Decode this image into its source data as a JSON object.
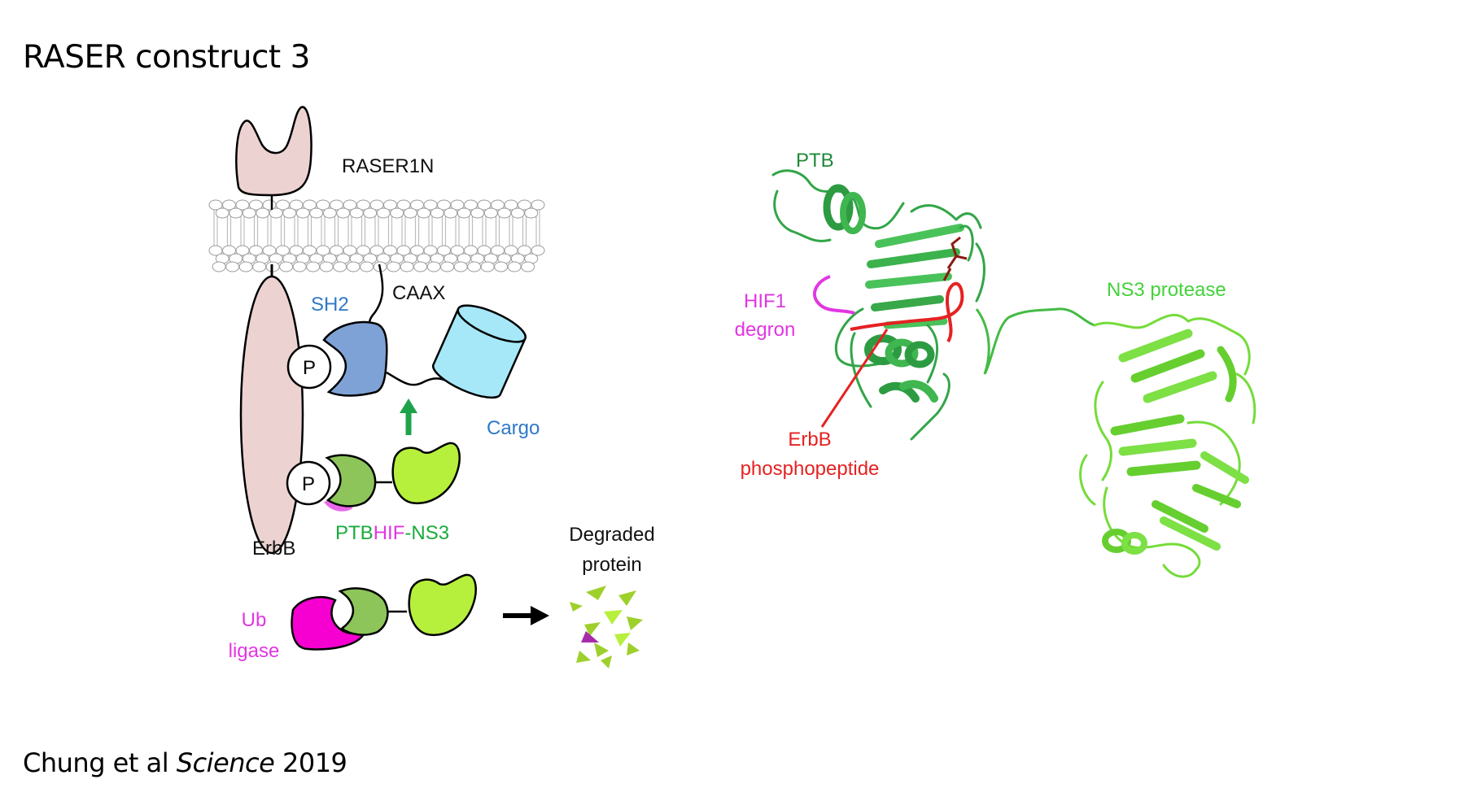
{
  "slide": {
    "title": "RASER construct 3",
    "citation_authors": "Chung et al ",
    "citation_journal": "Science",
    "citation_year": " 2019"
  },
  "schematic": {
    "raser1n": "RASER1N",
    "caax": "CAAX",
    "sh2": "SH2",
    "p1": "P",
    "p2": "P",
    "cargo": "Cargo",
    "erbb": "ErbB",
    "ptb_hif_ns3": {
      "ptb": "PTB",
      "hif": "HIF",
      "sep": "-",
      "ns3": "NS3"
    },
    "degraded_line1": "Degraded",
    "degraded_line2": "protein",
    "ub_line1": "Ub",
    "ub_line2": "ligase"
  },
  "structure": {
    "ptb": "PTB",
    "hif1_line1": "HIF1",
    "hif1_line2": "degron",
    "erbb_line1": "ErbB",
    "erbb_line2": "phosphopeptide",
    "ns3": "NS3 protease"
  },
  "colors": {
    "erbb_fill": "#ecd3d1",
    "sh2_fill": "#7fa2d6",
    "sh2_label": "#2e78c8",
    "cargo_fill": "#a6e8f8",
    "cargo_label": "#2e78c8",
    "ptb_fill": "#8ec55a",
    "ns3_fill": "#b6f03c",
    "label_green": "#1aab3c",
    "magenta": "#e236e2",
    "ub_fill": "#f500d0",
    "arrow_green": "#1fa34a",
    "ribbon_dark": "#32a548",
    "ribbon_light": "#74dc3a",
    "red": "#e52222"
  }
}
